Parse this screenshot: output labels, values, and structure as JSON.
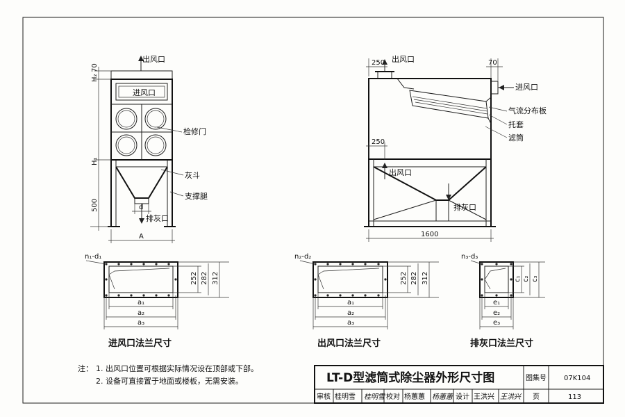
{
  "front_view": {
    "outlet_label": "出风口",
    "inlet_label": "进风口",
    "access_door_label": "检修门",
    "hopper_label": "灰斗",
    "leg_label": "支撑腿",
    "discharge_label": "排灰口",
    "dim_h2": "H₂",
    "dim_70": "70",
    "dim_h1": "H₁",
    "dim_500": "500",
    "dim_d": "d",
    "dim_a": "A"
  },
  "side_view": {
    "outlet_label": "出风口",
    "inlet_label": "进风口",
    "distributor_label": "气流分布板",
    "bracket_label": "托套",
    "filter_label": "滤筒",
    "discharge_label": "排灰口",
    "dim_250_top": "250",
    "dim_70": "70",
    "dim_250_mid": "250",
    "dim_1600": "1600"
  },
  "flanges": [
    {
      "id": "inlet",
      "caption": "进风口法兰尺寸",
      "bolt_label": "n₁-d₁",
      "d1": "252",
      "d2": "282",
      "d3": "312",
      "w1": "a₁",
      "w2": "a₂",
      "w3": "a₃"
    },
    {
      "id": "outlet",
      "caption": "出风口法兰尺寸",
      "bolt_label": "n₂-d₂",
      "d1": "252",
      "d2": "282",
      "d3": "312",
      "w1": "a₁",
      "w2": "a₂",
      "w3": "a₃"
    },
    {
      "id": "discharge",
      "caption": "排灰口法兰尺寸",
      "bolt_label": "n₃-d₃",
      "d1": "c₁",
      "d2": "c₂",
      "d3": "c₃",
      "w1": "e₁",
      "w2": "e₂",
      "w3": "e₃"
    }
  ],
  "notes": {
    "heading": "注：",
    "line1": "1.  出风口位置可根据实际情况设在顶部或下部。",
    "line2": "2.  设备可直接置于地面或楼板，无需安装。"
  },
  "title_block": {
    "title": "LT-D型滤筒式除尘器外形尺寸图",
    "atlas_label": "图集号",
    "atlas_no": "07K104",
    "review_label": "审核",
    "reviewer": "桂明雪",
    "review_sign": "桂明雪",
    "check_label": "校对",
    "checker": "杨蕙蕙",
    "check_sign": "杨蕙蕙",
    "design_label": "设计",
    "designer": "王洪兴",
    "design_sign": "王洪兴",
    "page_label": "页",
    "page_no": "113"
  }
}
